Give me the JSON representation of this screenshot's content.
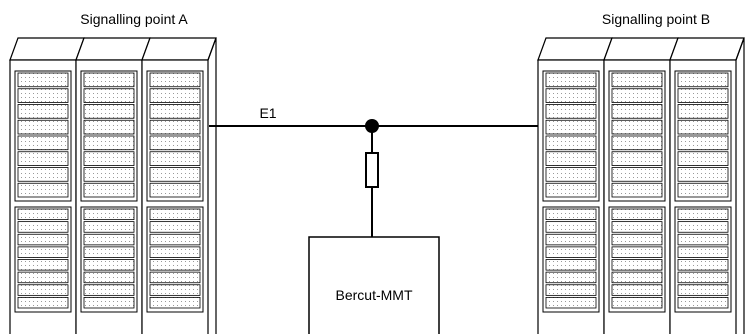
{
  "diagram": {
    "point_a_label": "Signalling point A",
    "point_b_label": "Signalling point B",
    "link_label": "E1",
    "monitor_label": "Bercut-MMT"
  },
  "colors": {
    "stroke": "#000000",
    "background": "#ffffff",
    "panel_dots": "#9a9a9a"
  }
}
